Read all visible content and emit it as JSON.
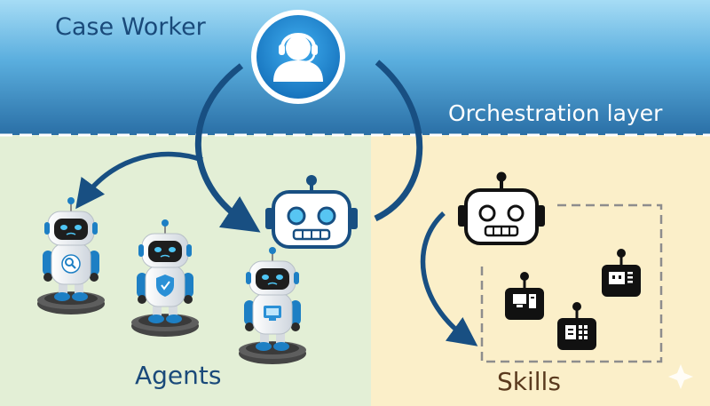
{
  "header": {
    "case_worker_label": "Case Worker",
    "orchestration_label": "Orchestration layer"
  },
  "sections": {
    "agents_label": "Agents",
    "skills_label": "Skills"
  },
  "colors": {
    "band_top": "#8fd0f0",
    "band_bottom": "#2f78ad",
    "agents_bg": "#e3efd6",
    "skills_bg": "#fbefc9",
    "arrow": "#184f82",
    "robot_accent": "#1d7fc4"
  },
  "icons": {
    "case_worker": "headset-user-icon",
    "orchestrator": "robot-head-icon",
    "skills_robot": "robot-head-icon",
    "agent_badges": [
      "magnifier-icon",
      "shield-icon",
      "monitor-icon"
    ],
    "skill_devices": [
      "desktop-icon",
      "terminal-icon",
      "document-icon"
    ]
  }
}
